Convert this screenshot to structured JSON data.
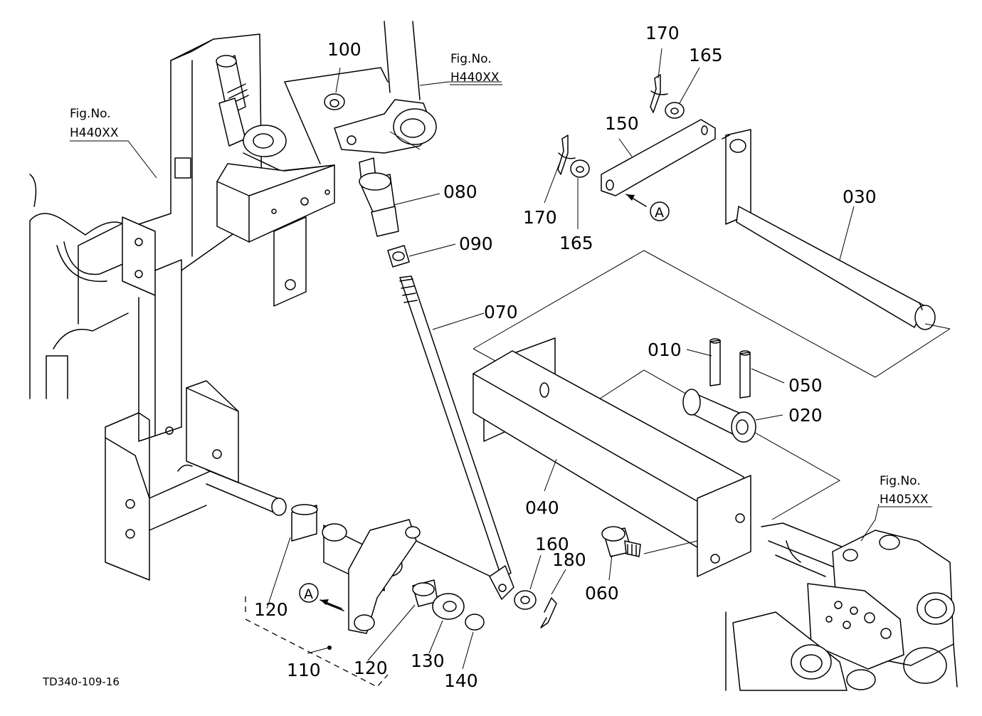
{
  "diagram": {
    "drawing_id": "TD340-109-16",
    "part_labels": [
      "010",
      "020",
      "030",
      "040",
      "050",
      "060",
      "070",
      "080",
      "090",
      "100",
      "110",
      "120",
      "120",
      "130",
      "140",
      "150",
      "160",
      "165",
      "165",
      "170",
      "170",
      "180"
    ],
    "figure_references": [
      {
        "caption": "Fig.No.",
        "number": "H440XX"
      },
      {
        "caption": "Fig.No.",
        "number": "H440XX"
      },
      {
        "caption": "Fig.No.",
        "number": "H405XX"
      }
    ],
    "view_markers": [
      "A",
      "A"
    ]
  }
}
